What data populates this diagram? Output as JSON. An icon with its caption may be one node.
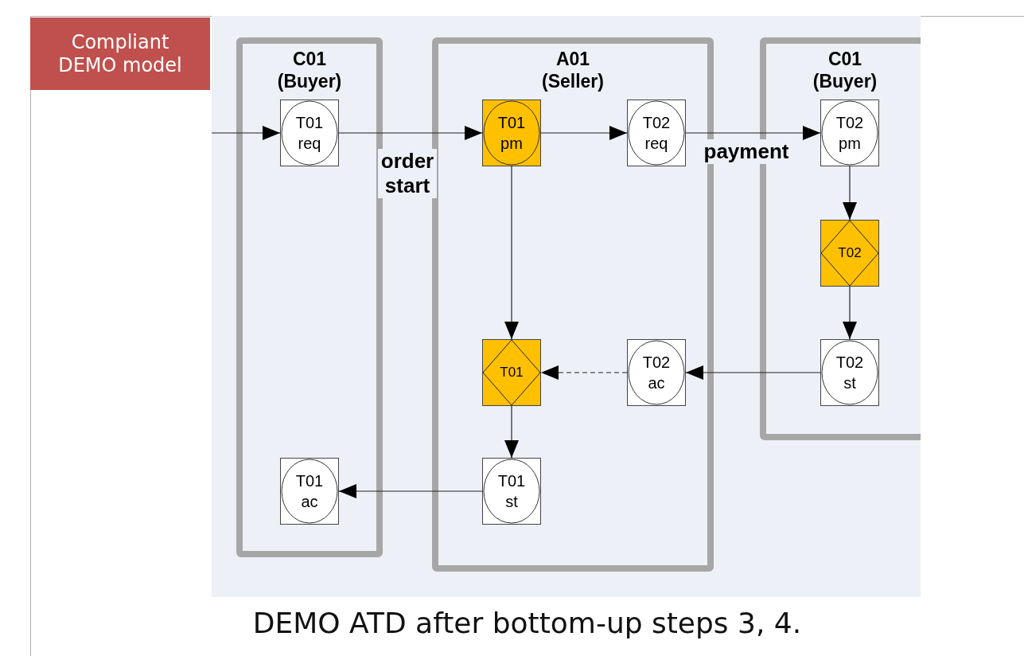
{
  "diagram": {
    "caption": "DEMO ATD after bottom-up steps 3, 4.",
    "nodes": [
      {
        "text": [
          "Compliant DEMO model"
        ]
      },
      {
        "text": [
          "C01 (Buyer)"
        ]
      },
      {
        "text": [
          "T01 req"
        ],
        "in": 1
      },
      {
        "text": [
          "T01 ac"
        ],
        "in": 1
      },
      {
        "text": [
          "A01 (Seller)"
        ]
      },
      {
        "text": [
          "T01 pm"
        ],
        "in": 4
      },
      {
        "text": [
          "T02 req"
        ],
        "in": 4
      },
      {
        "text": [
          "T01"
        ],
        "in": 4
      },
      {
        "text": [
          "T02 ac"
        ],
        "in": 4
      },
      {
        "text": [
          "T01 st"
        ],
        "in": 4
      },
      {
        "text": [
          "C01 (Buyer)"
        ]
      },
      {
        "text": [
          "T02 pm"
        ],
        "in": 10
      },
      {
        "text": [
          "T02"
        ],
        "in": 10
      },
      {
        "text": [
          "T02 st"
        ],
        "in": 10
      }
    ],
    "edges": [
      {
        "from": null,
        "to": 2,
        "arrow": "to"
      },
      {
        "from": 2,
        "to": 5,
        "arrow": "to",
        "label": "order start"
      },
      {
        "from": 5,
        "to": 6,
        "arrow": "to"
      },
      {
        "from": 6,
        "to": 11,
        "arrow": "to",
        "label": "payment"
      },
      {
        "from": 11,
        "to": 12,
        "arrow": "to"
      },
      {
        "from": 12,
        "to": 13,
        "arrow": "to"
      },
      {
        "from": 13,
        "to": 8,
        "arrow": "to"
      },
      {
        "from": 8,
        "to": 7,
        "arrow": "to",
        "style": "dashed"
      },
      {
        "from": 5,
        "to": 7,
        "arrow": "to"
      },
      {
        "from": 7,
        "to": 9,
        "arrow": "to"
      },
      {
        "from": 9,
        "to": 3,
        "arrow": "to"
      }
    ]
  }
}
